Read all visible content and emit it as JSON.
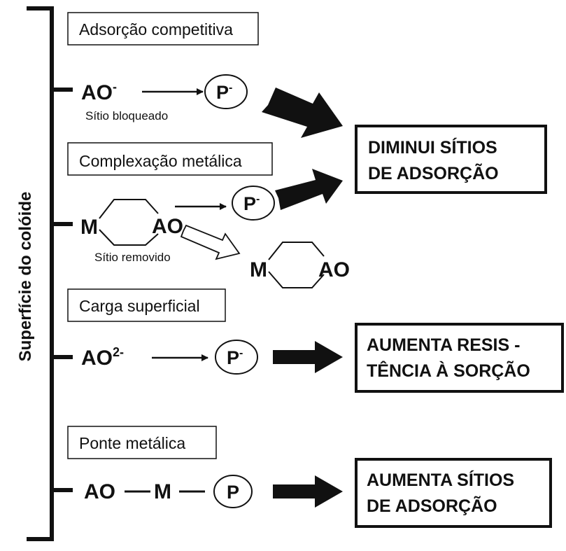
{
  "axis_label": "Superfície do colóide",
  "sections": {
    "competitive": {
      "label": "Adsorção competitiva",
      "species": "AO",
      "species_charge": "-",
      "phosphate": "P",
      "phosphate_charge": "-",
      "note": "Sítio bloqueado"
    },
    "complexation": {
      "label": "Complexação metálica",
      "metal": "M",
      "species": "AO",
      "phosphate": "P",
      "phosphate_charge": "-",
      "note": "Sítio removido",
      "product_metal": "M",
      "product_species": "AO"
    },
    "surface_charge": {
      "label": "Carga superficial",
      "species": "AO",
      "species_charge": "2-",
      "phosphate": "P",
      "phosphate_charge": "-"
    },
    "bridge": {
      "label": "Ponte metálica",
      "species": "AO",
      "metal": "M",
      "phosphate": "P"
    }
  },
  "results": {
    "decrease": {
      "line1": "DIMINUI SÍTIOS",
      "line2": "DE ADSORÇÃO"
    },
    "resistance": {
      "line1": "AUMENTA RESIS -",
      "line2": "TÊNCIA À SORÇÃO"
    },
    "increase": {
      "line1": "AUMENTA SÍTIOS",
      "line2": "DE ADSORÇÃO"
    }
  },
  "colors": {
    "ink": "#111111",
    "background": "#ffffff"
  }
}
